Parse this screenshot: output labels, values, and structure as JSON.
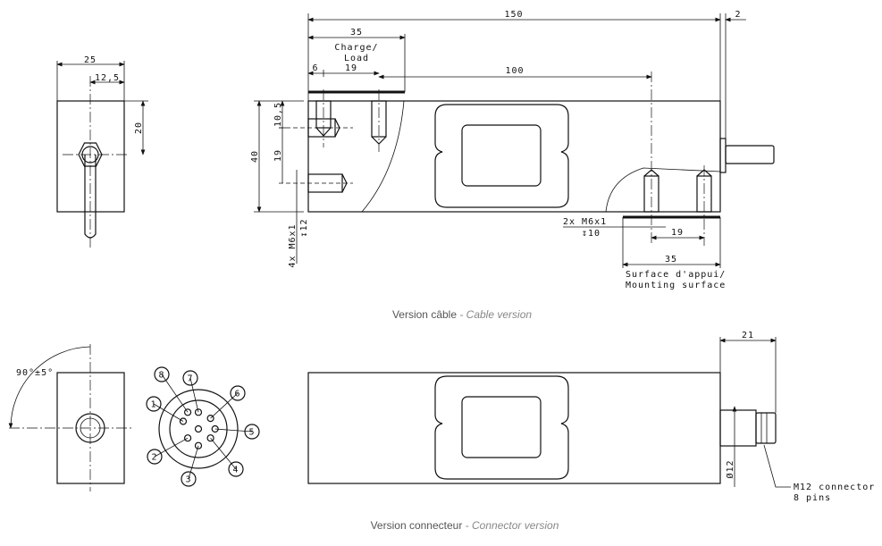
{
  "cable_version": {
    "caption_fr": "Version câble",
    "caption_sep": " - ",
    "caption_en": "Cable version",
    "dims": {
      "side_width": "25",
      "side_half": "12,5",
      "side_height": "20",
      "total_length": "150",
      "cable_offset": "2",
      "load_zone": "35",
      "load_label_1": "Charge/",
      "load_label_2": "Load",
      "edge_hole": "6",
      "hole_spacing": "19",
      "hole_distance": "100",
      "height": "40",
      "upper_offset": "10,5",
      "lower_spacing": "19",
      "left_thread": "4x M6x1",
      "left_depth": "↧12",
      "right_thread": "2x M6x1",
      "right_depth": "↧10",
      "bottom_spacing": "19",
      "mount_zone": "35",
      "mount_label_1": "Surface d'appui/",
      "mount_label_2": "Mounting surface"
    }
  },
  "connector_version": {
    "caption_fr": "Version connecteur",
    "caption_sep": " - ",
    "caption_en": "Connector version",
    "angle": "90°±5°",
    "connector_length": "21",
    "connector_diameter": "Ø12",
    "connector_label_1": "M12 connector",
    "connector_label_2": "8 pins",
    "pins": [
      "1",
      "2",
      "3",
      "4",
      "5",
      "6",
      "7",
      "8"
    ]
  }
}
